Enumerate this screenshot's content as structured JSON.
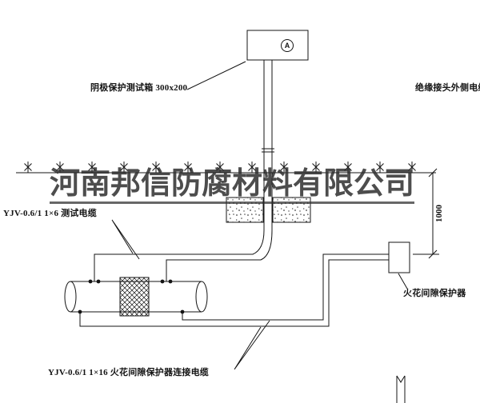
{
  "diagram": {
    "watermark": "河南邦信防腐材料有限公司",
    "test_box_label": "阴极保护测试箱 300x200",
    "insulated_joint_cable_label": "绝缘接头外侧电缆",
    "test_cable_label": "YJV-0.6/1 1×6  测试电缆",
    "spark_gap_cable_label": "YJV-0.6/1 1×16  火花间隙保护器连接电缆",
    "spark_gap_protector_label": "火花间隙保护器",
    "depth_dimension": "1000",
    "meter_letter": "A"
  },
  "colors": {
    "line": "#141414",
    "watermark": "#2e2e2e",
    "background": "#ffffff"
  }
}
